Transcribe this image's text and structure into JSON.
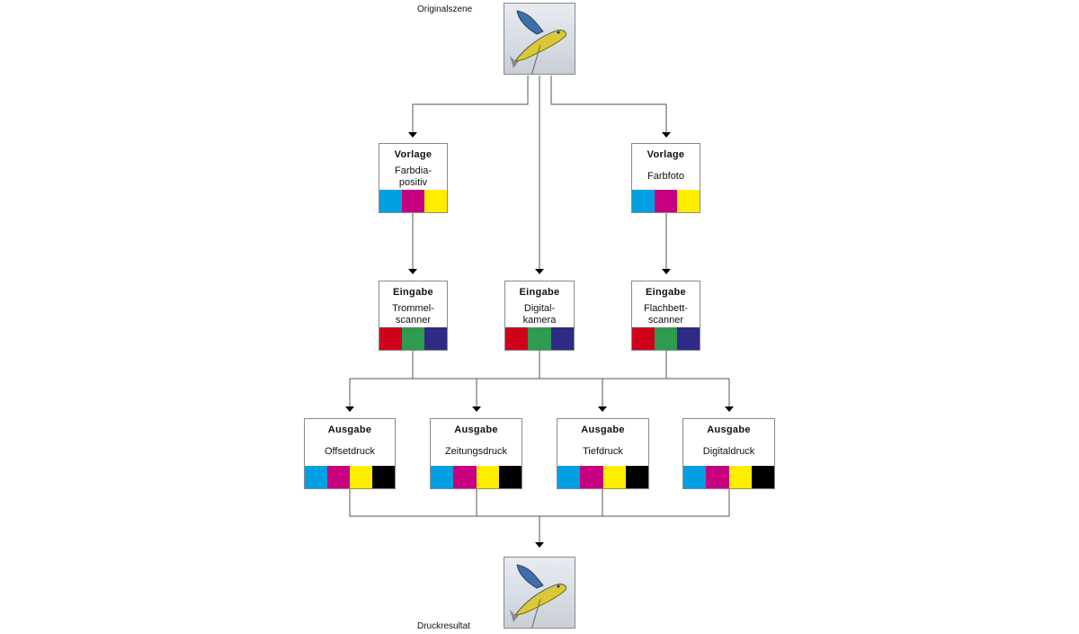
{
  "diagram": {
    "top_caption": "Originalszene",
    "bottom_caption": "Druckresultat",
    "image_subject": "flying-fish-balloon-photo",
    "colors": {
      "cyan": "#00a0e3",
      "magenta": "#c6007e",
      "yellow": "#ffed00",
      "black": "#000000",
      "red": "#d0021b",
      "green": "#2e9b4e",
      "blue": "#2e2a85",
      "line": "#555555"
    },
    "vorlage": [
      {
        "title": "Vorlage",
        "label": "Farbdia-\npositiv",
        "swatches": [
          "cyan",
          "magenta",
          "yellow"
        ]
      },
      {
        "title": "Vorlage",
        "label": "Farbfoto",
        "swatches": [
          "cyan",
          "magenta",
          "yellow"
        ]
      }
    ],
    "eingabe": [
      {
        "title": "Eingabe",
        "label": "Trommel-\nscanner",
        "swatches": [
          "red",
          "green",
          "blue"
        ]
      },
      {
        "title": "Eingabe",
        "label": "Digital-\nkamera",
        "swatches": [
          "red",
          "green",
          "blue"
        ]
      },
      {
        "title": "Eingabe",
        "label": "Flachbett-\nscanner",
        "swatches": [
          "red",
          "green",
          "blue"
        ]
      }
    ],
    "ausgabe": [
      {
        "title": "Ausgabe",
        "label": "Offsetdruck",
        "swatches": [
          "cyan",
          "magenta",
          "yellow",
          "black"
        ]
      },
      {
        "title": "Ausgabe",
        "label": "Zeitungsdruck",
        "swatches": [
          "cyan",
          "magenta",
          "yellow",
          "black"
        ]
      },
      {
        "title": "Ausgabe",
        "label": "Tiefdruck",
        "swatches": [
          "cyan",
          "magenta",
          "yellow",
          "black"
        ]
      },
      {
        "title": "Ausgabe",
        "label": "Digitaldruck",
        "swatches": [
          "cyan",
          "magenta",
          "yellow",
          "black"
        ]
      }
    ]
  }
}
